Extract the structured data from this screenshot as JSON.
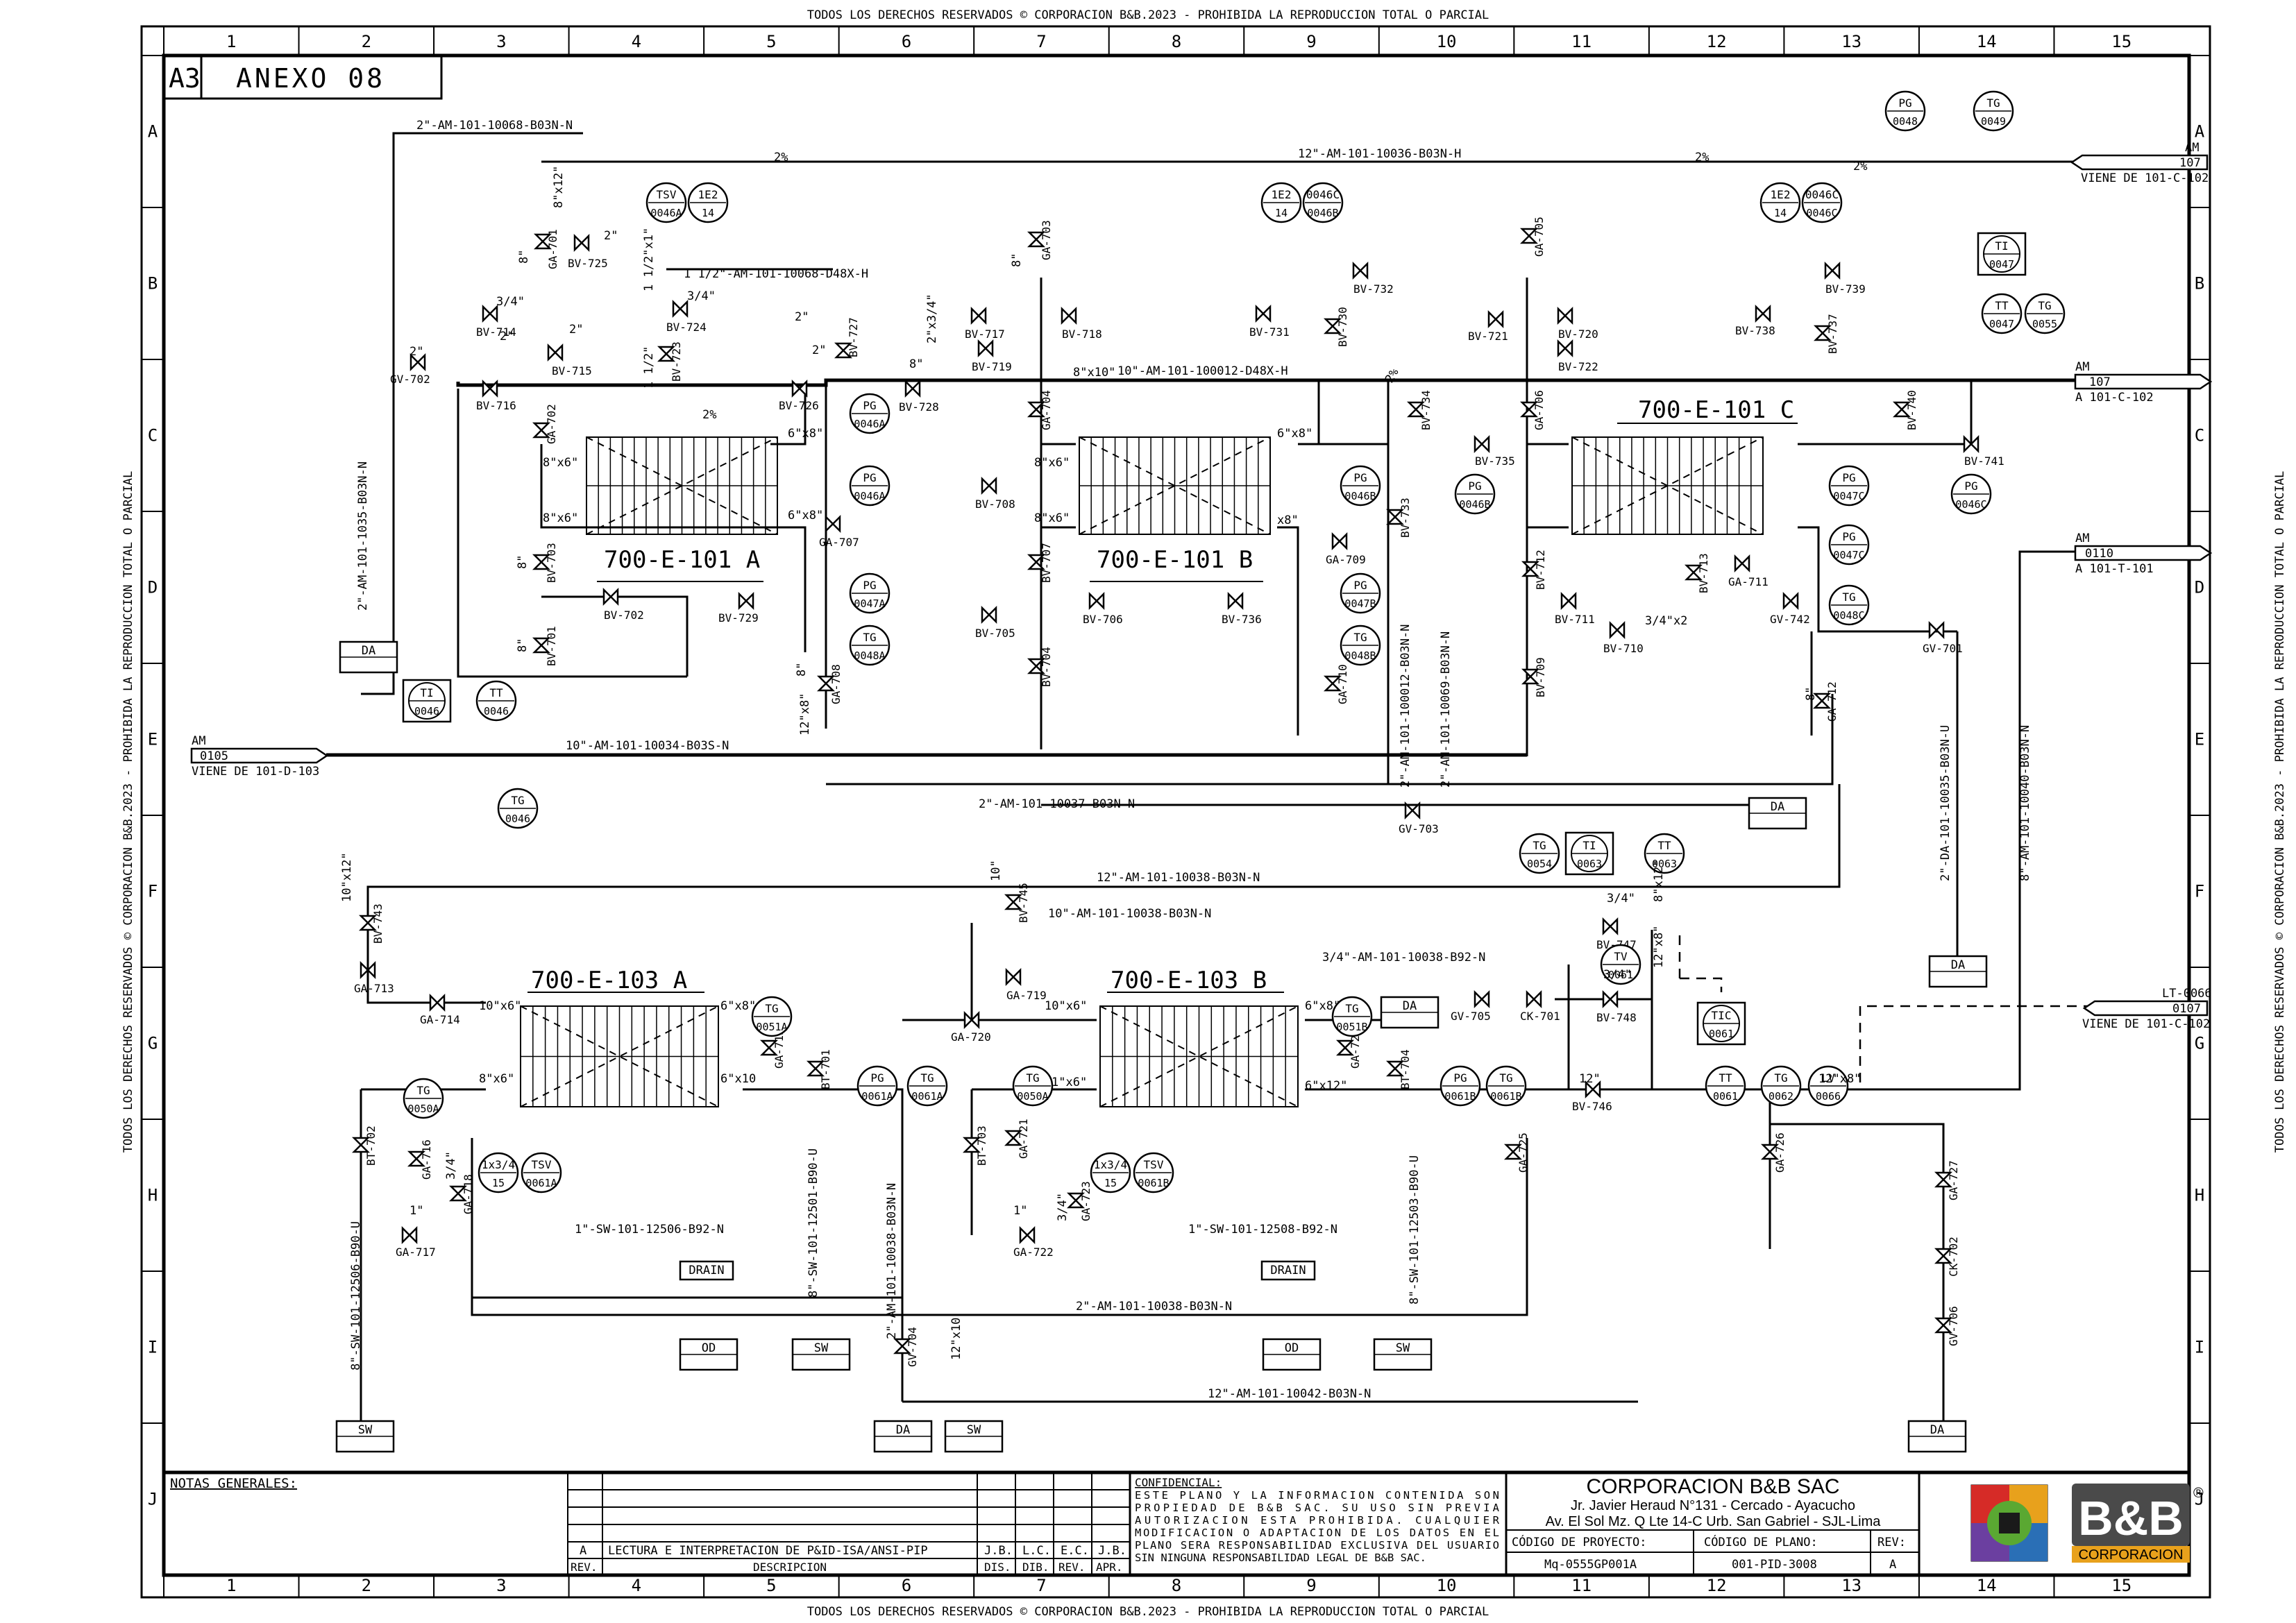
{
  "border": {
    "top_note": "TODOS LOS DERECHOS RESERVADOS © CORPORACION B&B.2023 - PROHIBIDA LA REPRODUCCION TOTAL O PARCIAL",
    "bottom_note": "TODOS LOS DERECHOS RESERVADOS © CORPORACION B&B.2023 - PROHIBIDA LA REPRODUCCION TOTAL O PARCIAL",
    "left_note": "TODOS LOS DERECHOS RESERVADOS © CORPORACION B&B.2023 - PROHIBIDA LA REPRODUCCION TOTAL O PARCIAL",
    "right_note": "TODOS LOS DERECHOS RESERVADOS © CORPORACION B&B.2023 - PROHIBIDA LA REPRODUCCION TOTAL O PARCIAL",
    "columns": [
      "1",
      "2",
      "3",
      "4",
      "5",
      "6",
      "7",
      "8",
      "9",
      "10",
      "11",
      "12",
      "13",
      "14",
      "15"
    ],
    "rows": [
      "A",
      "B",
      "C",
      "D",
      "E",
      "F",
      "G",
      "H",
      "I",
      "J"
    ]
  },
  "header": {
    "size": "A3",
    "title": "ANEXO 08"
  },
  "equipment": {
    "e101a": "700-E-101 A",
    "e101b": "700-E-101 B",
    "e101c": "700-E-101 C",
    "e103a": "700-E-103 A",
    "e103b": "700-E-103 B"
  },
  "lines": {
    "l1": "2\"-AM-101-10068-B03N-N",
    "l2": "12\"-AM-101-10036-B03N-H",
    "l3": "1 1/2\"-AM-101-10068-D48X-H",
    "l4": "10\"-AM-101-100012-D48X-H",
    "l5": "2\"-AM-101-1035-B03N-N",
    "l6": "10\"-AM-101-10034-B03S-N",
    "l7": "2\"-AM-101-10037-B03N-N",
    "l8": "2\"-AM-101-100012-B03N-N",
    "l9": "2\"-AM-101-10069-B03N-N",
    "l10": "2\"-DA-101-10035-B03N-U",
    "l11": "8\"-AM-101-10040-B03N-N",
    "l12": "12\"-AM-101-10038-B03N-N",
    "l13": "10\"-AM-101-10038-B03N-N",
    "l14": "3/4\"-AM-101-10038-B92-N",
    "l15": "1\"-SW-101-12506-B92-N",
    "l16": "1\"-SW-101-12508-B92-N",
    "l17": "8\"-SW-101-12501-B90-U",
    "l18": "8\"-SW-101-12506-B90-U",
    "l19": "8\"-SW-101-12503-B90-U",
    "l20": "2\"-AM-101-10038-B03N-N",
    "l21": "2\"-AM-101-10038-B03N-N",
    "l22": "12\"-AM-101-10042-B03N-N"
  },
  "offpage": {
    "am107_tag": "AM",
    "am107_num": "107",
    "am107_txt": "VIENE DE 101-C-102",
    "am107b_tag": "AM",
    "am107b_num": "107",
    "am107b_txt": "A 101-C-102",
    "am110_tag": "AM",
    "am110_num": "0110",
    "am110_txt": "A 101-T-101",
    "am105_tag": "AM",
    "am105_num": "0105",
    "am105_txt": "VIENE DE 101-D-103",
    "lt_tag": "LT-0066",
    "lt_num": "0107",
    "lt_txt": "VIENE DE 101-C-102"
  },
  "boxes": {
    "da1": "DA",
    "da2": "DA",
    "da3": "DA",
    "da4": "DA",
    "da5": "DA",
    "da6": "DA",
    "od1": "OD",
    "od2": "OD",
    "sw1": "SW",
    "sw2": "SW",
    "sw3": "SW",
    "sw4": "SW",
    "drain1": "DRAIN",
    "drain2": "DRAIN"
  },
  "instruments": {
    "pg48a": "PG",
    "pg48b": "0048",
    "tg49a": "TG",
    "tg49b": "0049",
    "tsv46a": "TSV",
    "tsv46b": "0046A",
    "ie1a": "1E2",
    "ie1b": "14",
    "tsv46bb": "0046B",
    "ie2a": "1E2",
    "ie2b": "14",
    "tsv46c": "0046C",
    "ie3a": "1E2",
    "ie3b": "14",
    "ti47a": "TI",
    "ti47b": "0047",
    "tt47a": "TT",
    "tt47b": "0047",
    "tg55a": "TG",
    "tg55b": "0055",
    "pg46aa": "PG",
    "pg46ab": "0046A",
    "pg46ac": "PG",
    "pg46ad": "0046A",
    "pg47aa": "PG",
    "pg47ab": "0047A",
    "tg48aa": "TG",
    "tg48ab": "0048A",
    "pg46ba": "PG",
    "pg46bb": "0046B",
    "pg46bc": "PG",
    "pg46bd": "0046B",
    "pg47ba": "PG",
    "pg47bb": "0047B",
    "tg48ba": "TG",
    "tg48bb": "0048B",
    "pg47ca": "PG",
    "pg47cb": "0047C",
    "pg47cc": "PG",
    "pg47cd": "0047C",
    "tg48ca": "TG",
    "tg48cb": "0048C",
    "pg46ca": "PG",
    "pg46cb": "0046C",
    "ti46a": "TI",
    "ti46b": "0046",
    "tt46a": "TT",
    "tt46b": "0046",
    "tg46a": "TG",
    "tg46b": "0046",
    "tg54a": "TG",
    "tg54b": "0054",
    "ti63a": "TI",
    "ti63b": "0063",
    "tt63a": "TT",
    "tt63b": "0063",
    "tv61a": "TV",
    "tv61b": "0061",
    "tic61a": "TIC",
    "tic61b": "0061",
    "tt61a": "TT",
    "tt61b": "0061",
    "tg62a": "TG",
    "tg62b": "0062",
    "lv66a": "LV",
    "lv66b": "0066",
    "tg51aa": "TG",
    "tg51ab": "0051A",
    "tg50aa": "TG",
    "tg50ab": "0050A",
    "pg61aa": "PG",
    "pg61ab": "0061A",
    "tg61aa": "TG",
    "tg61ab": "0061A",
    "tg50ba": "TG",
    "tg50bb": "0050A",
    "tg51ba": "TG",
    "tg51bb": "0051B",
    "pg61ba": "PG",
    "pg61bb": "0061B",
    "tg61ba": "TG",
    "tg61bb": "0061B",
    "tsv61aa": "TSV",
    "tsv61ab": "0061A",
    "x15a": "1x3/4",
    "x15b": "15",
    "tsv61ba": "TSV",
    "tsv61bb": "0061B",
    "x15c": "1x3/4",
    "x15d": "15"
  },
  "valves": {
    "gv702": "GV-702",
    "bv716": "BV-716",
    "bv714": "BV-714",
    "bv715": "BV-715",
    "ga701": "GA-701",
    "bv725": "BV-725",
    "bv724": "BV-724",
    "bv723": "BV-723",
    "bv726": "BV-726",
    "bv727": "BV-727",
    "bv728": "BV-728",
    "ga702": "GA-702",
    "bv703": "BV-703",
    "bv702": "BV-702",
    "bv701": "BV-701",
    "ga707": "GA-707",
    "bv729": "BV-729",
    "ga708": "GA-708",
    "ga703": "GA-703",
    "bv717": "BV-717",
    "bv718": "BV-718",
    "bv719": "BV-719",
    "ga704": "GA-704",
    "bv708": "BV-708",
    "bv707": "BV-707",
    "bv705": "BV-705",
    "bv706": "BV-706",
    "bv704": "BV-704",
    "bv732": "BV-732",
    "bv731": "BV-731",
    "bv730": "BV-730",
    "bv734": "BV-734",
    "bv735": "BV-735",
    "ga709": "GA-709",
    "bv733": "BV-733",
    "bv736": "BV-736",
    "ga710": "GA-710",
    "ga705": "GA-705",
    "bv721": "BV-721",
    "bv720": "BV-720",
    "bv722": "BV-722",
    "ga706": "GA-706",
    "bv739": "BV-739",
    "bv738": "BV-738",
    "bv737": "BV-737",
    "bv740": "BV-740",
    "bv741": "BV-741",
    "bv712": "BV-712",
    "bv713": "BV-713",
    "ga711": "GA-711",
    "gv742": "GV-742",
    "bv711": "BV-711",
    "bv710": "BV-710",
    "bv709": "BV-709",
    "gv701": "GV-701",
    "ga712": "GA-712",
    "gv703": "GV-703",
    "bv743": "BV-743",
    "ga713": "GA-713",
    "ga714": "GA-714",
    "bv745": "BV-745",
    "ga719": "GA-719",
    "ga720": "GA-720",
    "ga715": "GA-715",
    "bt701": "BT-701",
    "bv747": "BV-747",
    "bv748": "BV-748",
    "gv705": "GV-705",
    "ck701": "CK-701",
    "ga724": "GA-724",
    "bt704": "BT-704",
    "bv746": "BV-746",
    "ga725": "GA-725",
    "ga716": "GA-716",
    "bt702": "BT-702",
    "ga718": "GA-718",
    "ga717": "GA-717",
    "bt703": "BT-703",
    "ga721": "GA-721",
    "ga723": "GA-723",
    "ga722": "GA-722",
    "gv704": "GV-704",
    "ga726": "GA-726",
    "ga727": "GA-727",
    "ck702": "CK-702",
    "gv706": "GV-706"
  },
  "sizes": {
    "s1": "8\"x12\"",
    "s2": "8\"",
    "s3": "3/4\"",
    "s4": "2\"",
    "s5": "2\"",
    "s6": "1 1/2\"x1\"",
    "s7": "3/4\"",
    "s8": "1 1/2\"",
    "s9": "2\"",
    "s10": "2\"",
    "s11": "2\"x3/4\"",
    "s12": "8\"",
    "s13": "8\"x10\"",
    "s14": "8\"",
    "s15": "6\"x8\"",
    "s16": "8\"x6\"",
    "s17": "6\"x8\"",
    "s18": "8\"x6\"",
    "s19": "8\"",
    "s20": "8\"",
    "s21": "12\"x8\"",
    "s22": "8\"",
    "s23": "2\"",
    "s24": "2\"",
    "s25": "2%",
    "s26": "2%",
    "s27": "2%",
    "s28": "2%",
    "s29": "2%",
    "s30": "10\"x12\"",
    "s31": "10\"x6\"",
    "s32": "6\"x8\"",
    "s33": "8\"x6\"",
    "s34": "6\"x10",
    "s35": "10\"",
    "s36": "1\"x6\"",
    "s37": "10\"x6\"",
    "s38": "6\"x8\"",
    "s39": "6\"x12\"",
    "s40": "12\"",
    "s41": "12\"x8\"",
    "s42": "8\"x12\"",
    "s43": "12\"x8\"",
    "s44": "12\"x10",
    "s45": "3/4\"",
    "s46": "3/4\"",
    "s47": "3/4\"x2",
    "s48": "8\"",
    "s49": "1\"",
    "s50": "1\"",
    "s51": "3/4\"",
    "s52": "3/4\"",
    "s53": "6\"x8\"",
    "s54": "8\"x6\"",
    "s55": "x8\"",
    "s56": "8\"x6\""
  },
  "title_block": {
    "notes_label": "NOTAS GENERALES:",
    "rev_letter": "A",
    "rev_desc": "LECTURA E INTERPRETACION DE P&ID-ISA/ANSI-PIP",
    "sig1": "J.B.",
    "sig2": "L.C.",
    "sig3": "E.C.",
    "sig4": "J.B.",
    "h_rev": "REV.",
    "h_desc": "DESCRIPCION",
    "h_dis": "DIS.",
    "h_dib": "DIB.",
    "h_rev2": "REV.",
    "h_apr": "APR.",
    "conf_title": "CONFIDENCIAL:",
    "conf_1": "ESTE PLANO Y LA INFORMACION CONTENIDA SON",
    "conf_2": "PROPIEDAD DE B&B SAC. SU USO SIN PREVIA",
    "conf_3": "AUTORIZACION ESTA PROHIBIDA. CUALQUIER",
    "conf_4": "MODIFICACION O ADAPTACION DE LOS DATOS EN EL",
    "conf_5": "PLANO SERA RESPONSABILIDAD EXCLUSIVA DEL USUARIO",
    "conf_6": "SIN NINGUNA RESPONSABILIDAD LEGAL DE B&B SAC.",
    "company": "CORPORACION B&B SAC",
    "addr1": "Jr. Javier Heraud N°131 - Cercado - Ayacucho",
    "addr2": "Av. El Sol Mz. Q Lte 14-C Urb. San Gabriel - SJL-Lima",
    "proj_label": "CÓDIGO DE PROYECTO:",
    "proj_val": "Mq-0555GP001A",
    "plano_label": "CÓDIGO DE PLANO:",
    "plano_val": "001-PID-3008",
    "rev_label": "REV:",
    "rev_val": "A",
    "logo_text": "B&B",
    "logo_sub": "CORPORACION",
    "logo_reg": "®"
  },
  "colors": {
    "ink": "#000000",
    "logo_orange": "#e8a11c",
    "logo_red": "#d62b27",
    "logo_blue": "#2a6fb6",
    "logo_green": "#5aa832",
    "logo_purple": "#6b3fa0"
  }
}
